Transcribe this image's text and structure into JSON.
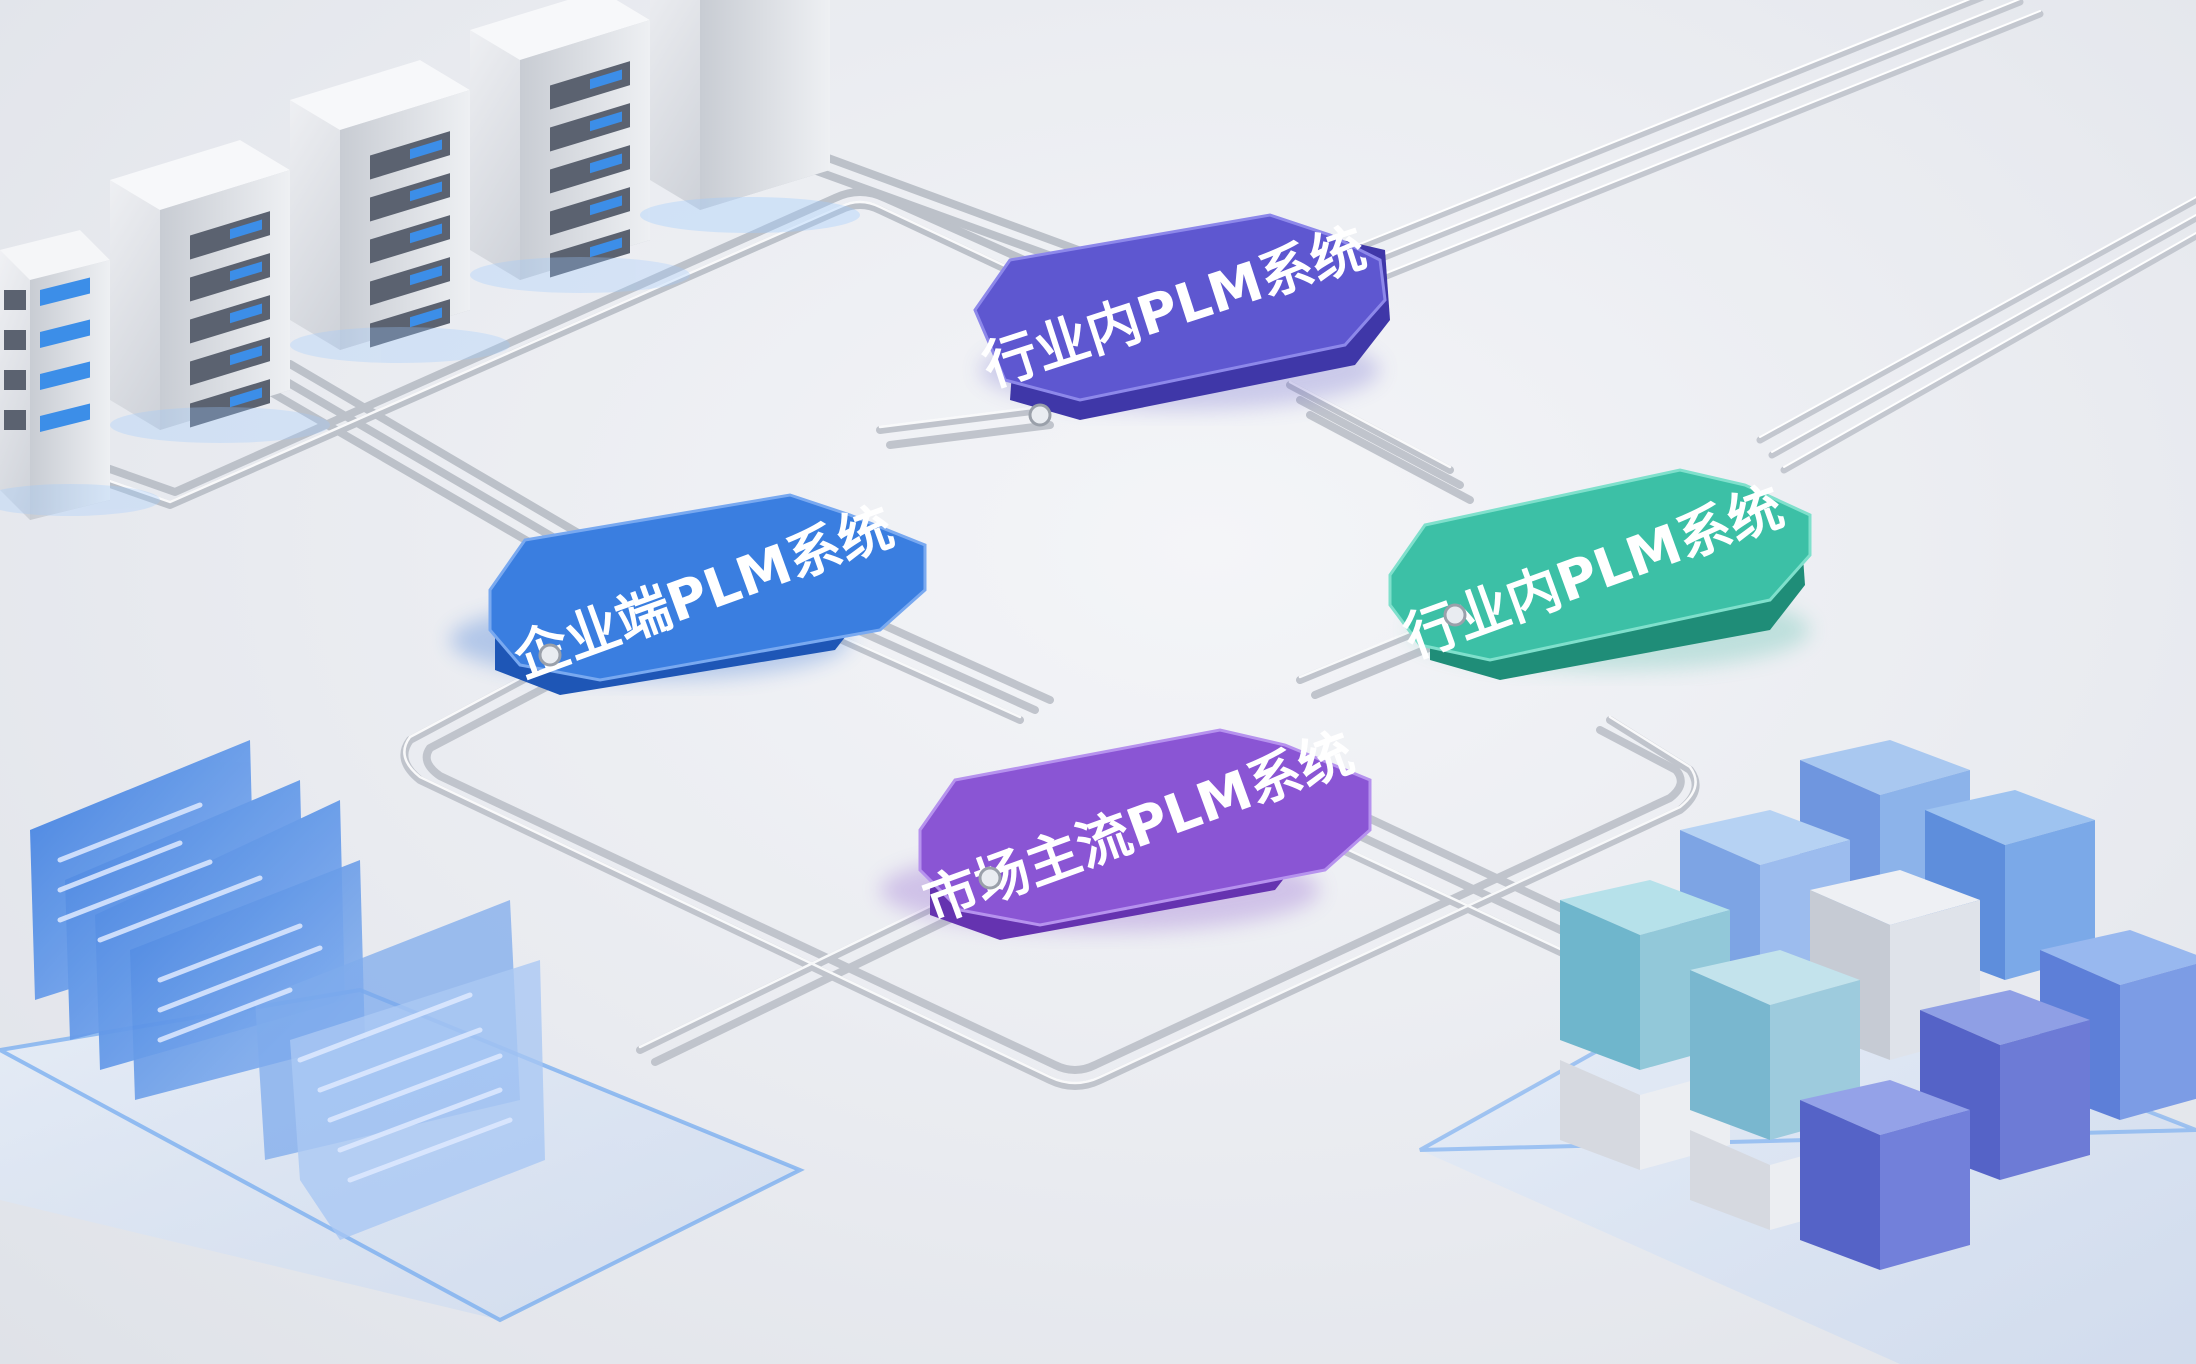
{
  "nodes": [
    {
      "id": "industry-top",
      "label": "行业内PLM系统",
      "color": "#5a52c8"
    },
    {
      "id": "enterprise",
      "label": "企业端PLM系统",
      "color": "#2f6ed4"
    },
    {
      "id": "industry-right",
      "label": "行业内PLM系统",
      "color": "#31b39a"
    },
    {
      "id": "market",
      "label": "市场主流PLM系统",
      "color": "#8450cc"
    }
  ],
  "icons": {
    "servers": "server-rack-icon",
    "documents": "document-stack-icon",
    "cubes": "data-cube-grid-icon"
  }
}
